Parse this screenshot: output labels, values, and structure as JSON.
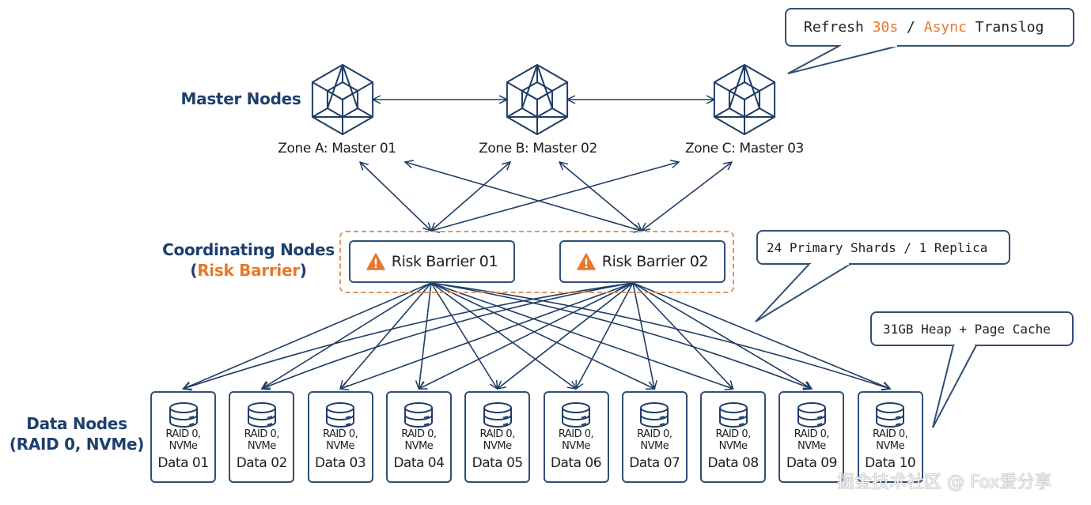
{
  "colors": {
    "primary": "#1d3f6e",
    "line": "#1f3d66",
    "accent": "#e8782a",
    "dashed_border": "#e0955a",
    "text": "#1e1e1e"
  },
  "tiers": {
    "master": {
      "label": "Master Nodes"
    },
    "coordinating": {
      "label": "Coordinating Nodes",
      "sub_open": "(",
      "sub_accent": "Risk Barrier",
      "sub_close": ")"
    },
    "data": {
      "label": "Data Nodes",
      "sub": "(RAID 0, NVMe)"
    }
  },
  "masters": [
    {
      "caption": "Zone A: Master 01",
      "icon": "hexagon-cube-icon"
    },
    {
      "caption": "Zone B: Master 02",
      "icon": "hexagon-cube-icon"
    },
    {
      "caption": "Zone C: Master 03",
      "icon": "hexagon-cube-icon"
    }
  ],
  "coordinators": [
    {
      "label": "Risk Barrier 01",
      "icon": "warning-triangle-icon"
    },
    {
      "label": "Risk Barrier 02",
      "icon": "warning-triangle-icon"
    }
  ],
  "data_nodes": [
    {
      "spec": "RAID 0,\nNVMe",
      "name": "Data 01",
      "icon": "database-icon"
    },
    {
      "spec": "RAID 0,\nNVMe",
      "name": "Data 02",
      "icon": "database-icon"
    },
    {
      "spec": "RAID 0,\nNVMe",
      "name": "Data 03",
      "icon": "database-icon"
    },
    {
      "spec": "RAID 0,\nNVMe",
      "name": "Data 04",
      "icon": "database-icon"
    },
    {
      "spec": "RAID 0,\nNVMe",
      "name": "Data 05",
      "icon": "database-icon"
    },
    {
      "spec": "RAID 0,\nNVMe",
      "name": "Data 06",
      "icon": "database-icon"
    },
    {
      "spec": "RAID 0,\nNVMe",
      "name": "Data 07",
      "icon": "database-icon"
    },
    {
      "spec": "RAID 0,\nNVMe",
      "name": "Data 08",
      "icon": "database-icon"
    },
    {
      "spec": "RAID 0,\nNVMe",
      "name": "Data 09",
      "icon": "database-icon"
    },
    {
      "spec": "RAID 0,\nNVMe",
      "name": "Data 10",
      "icon": "database-icon"
    }
  ],
  "callouts": {
    "refresh": {
      "part1": "Refresh ",
      "accent1": "30s",
      "part2": " / ",
      "accent2": "Async",
      "part3": " Translog"
    },
    "shards": {
      "text": "24 Primary Shards / 1 Replica"
    },
    "heap": {
      "text": "31GB Heap + Page Cache"
    }
  },
  "edges": {
    "master_peer": [
      [
        0,
        1
      ],
      [
        1,
        2
      ]
    ],
    "master_coord": [
      [
        0,
        0
      ],
      [
        0,
        1
      ],
      [
        1,
        0
      ],
      [
        1,
        1
      ],
      [
        2,
        0
      ],
      [
        2,
        1
      ]
    ],
    "coord_data": "all-to-all"
  },
  "watermark": "掘金技术社区 @ Fox爱分享"
}
